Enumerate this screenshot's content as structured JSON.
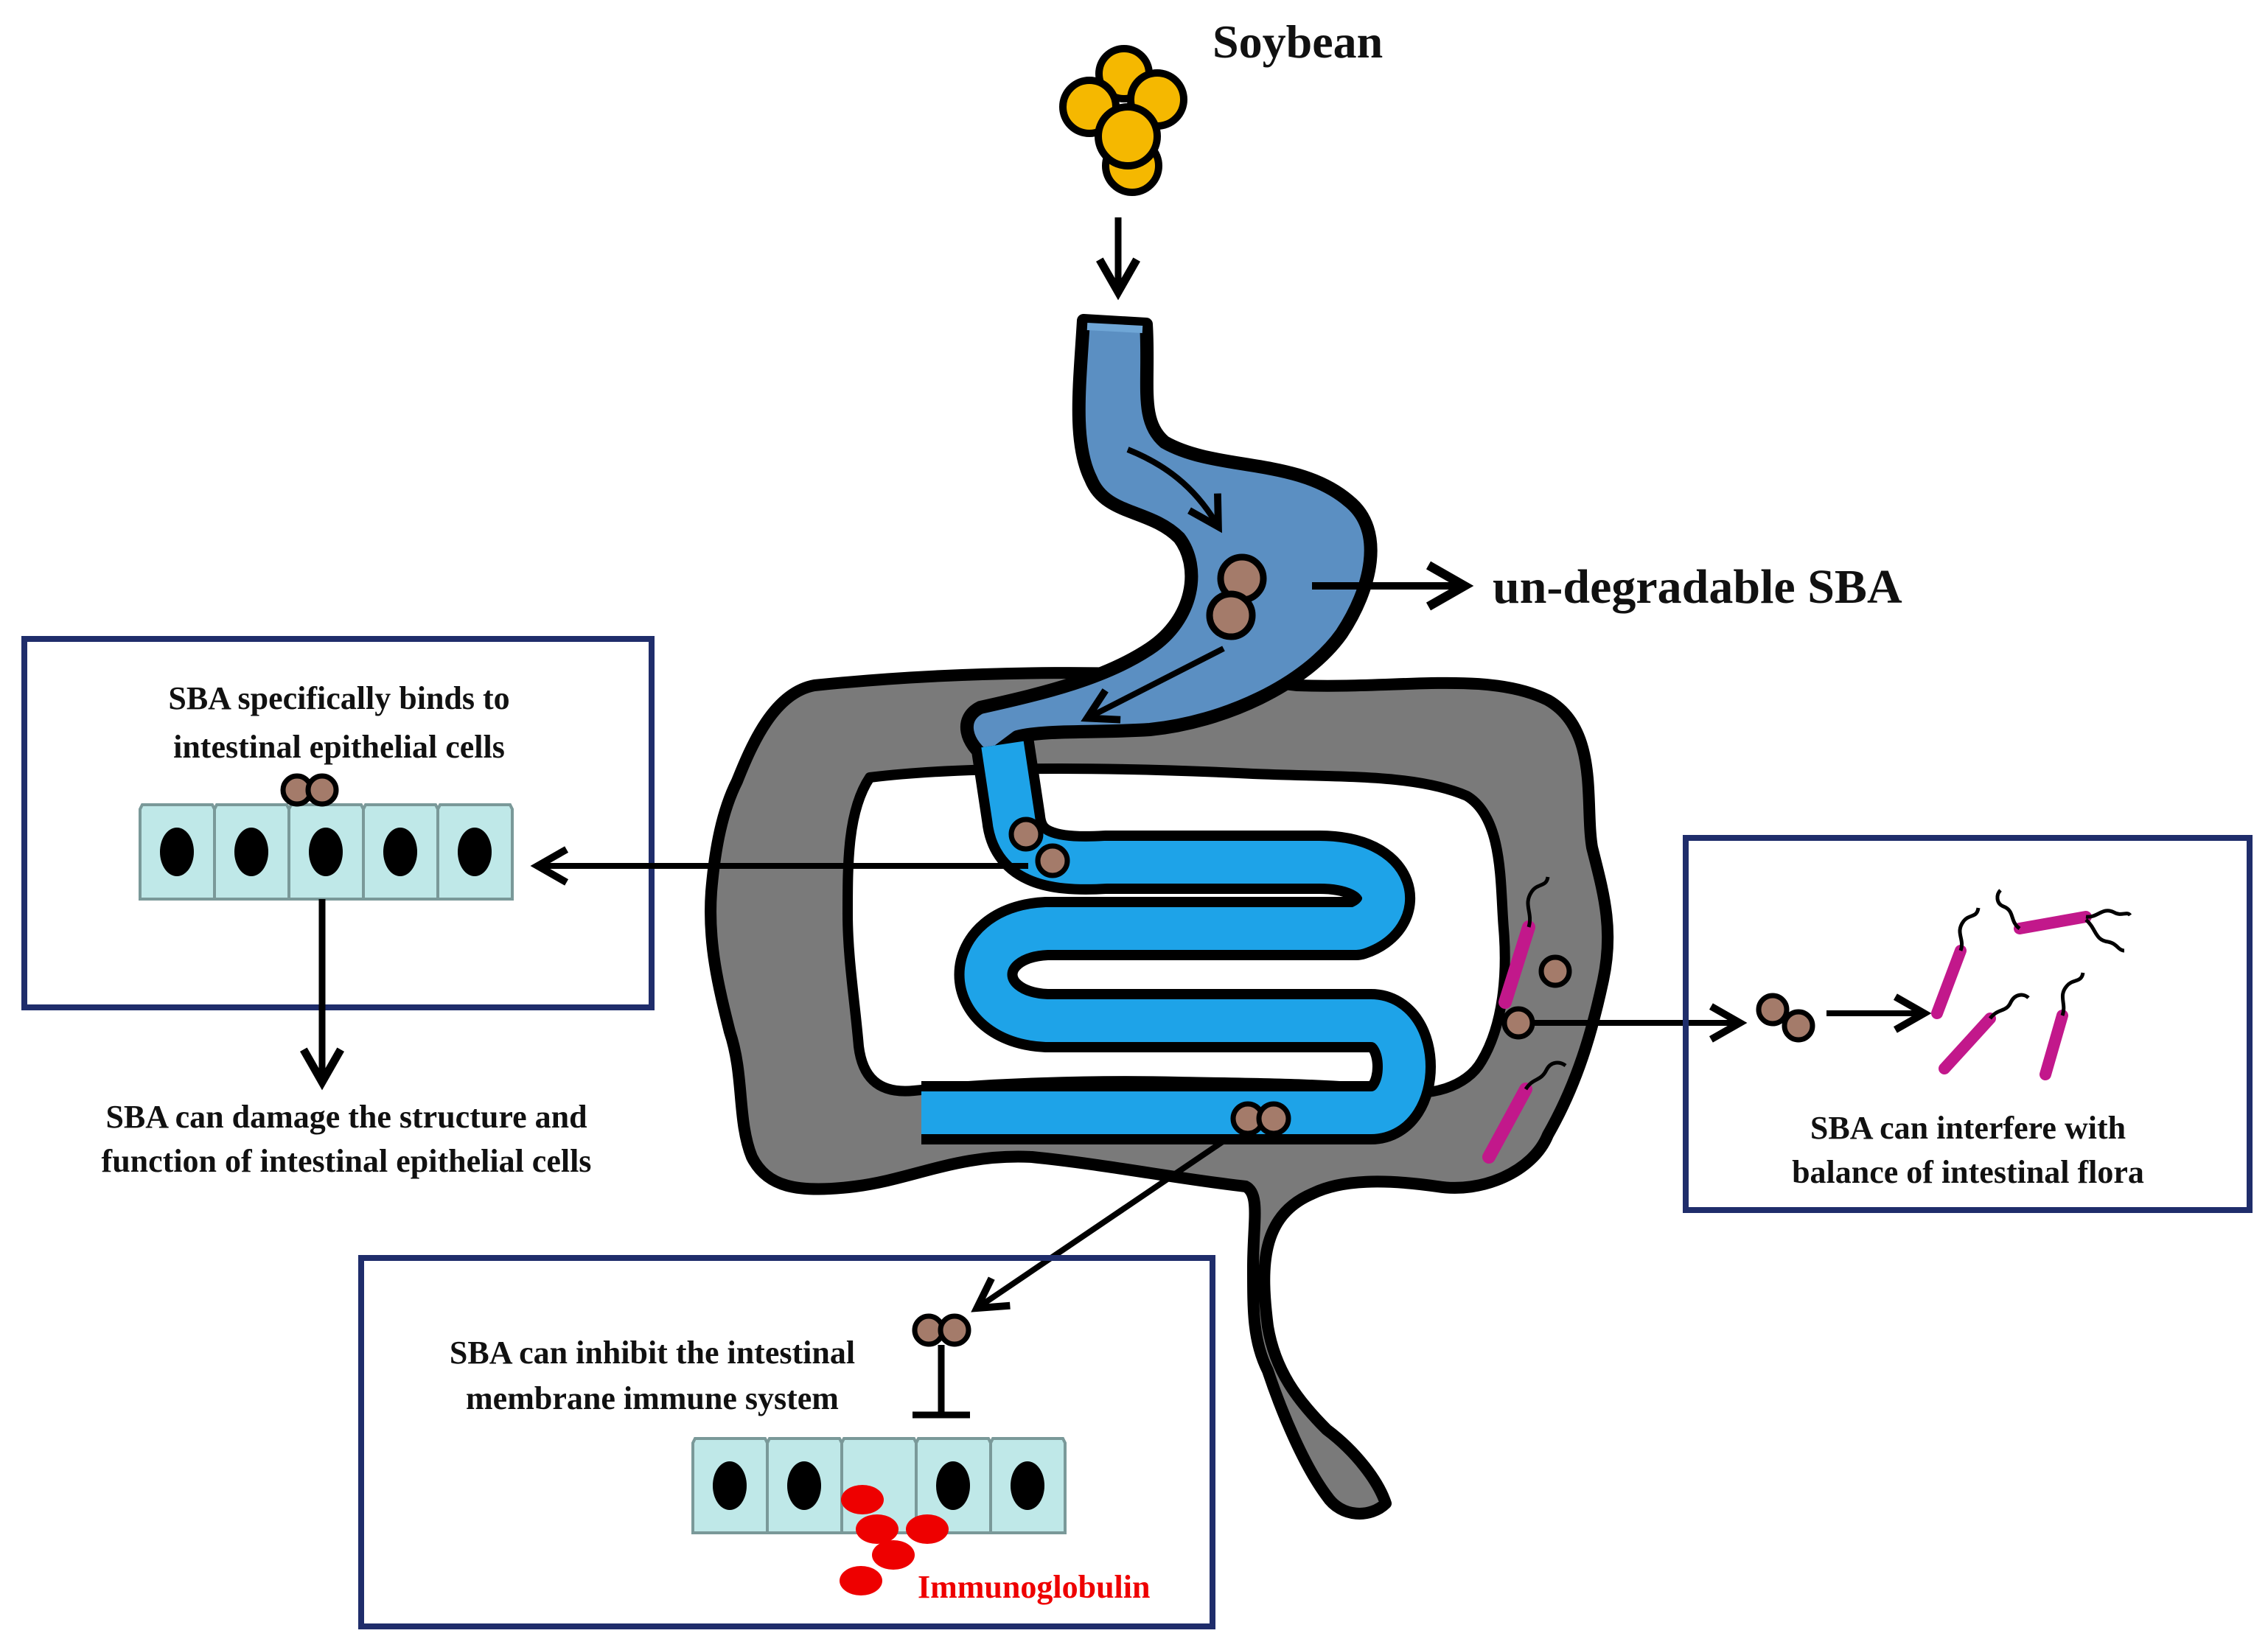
{
  "labels": {
    "soybean": "Soybean",
    "undegradable": "un-degradable SBA",
    "binds_line1": "SBA specifically binds to",
    "binds_line2": "intestinal epithelial cells",
    "damage_line1": "SBA can damage the structure and",
    "damage_line2": "function of intestinal epithelial cells",
    "flora_line1": "SBA can interfere with",
    "flora_line2": "balance of intestinal flora",
    "immune_line1": "SBA can inhibit the intestinal",
    "immune_line2": "membrane immune system",
    "immunoglobulin": "Immunoglobulin"
  },
  "colors": {
    "soybean": "#f5b800",
    "stomach": "#5b8fc2",
    "small_intestine": "#1ea3e8",
    "large_intestine": "#7a7a7a",
    "sba_particle": "#a47b6a",
    "epithelial_cell": "#bfe8e8",
    "bacteria": "#c2188b",
    "immunoglobulin": "#ee0000",
    "box_border": "#1f2d6b"
  },
  "icons": {
    "soybean": "soybean-cluster-icon",
    "sba": "sba-particle-icon",
    "bacteria": "bacteria-icon",
    "immunoglobulin": "immunoglobulin-cell-icon",
    "inhibit": "inhibition-bar-icon"
  }
}
